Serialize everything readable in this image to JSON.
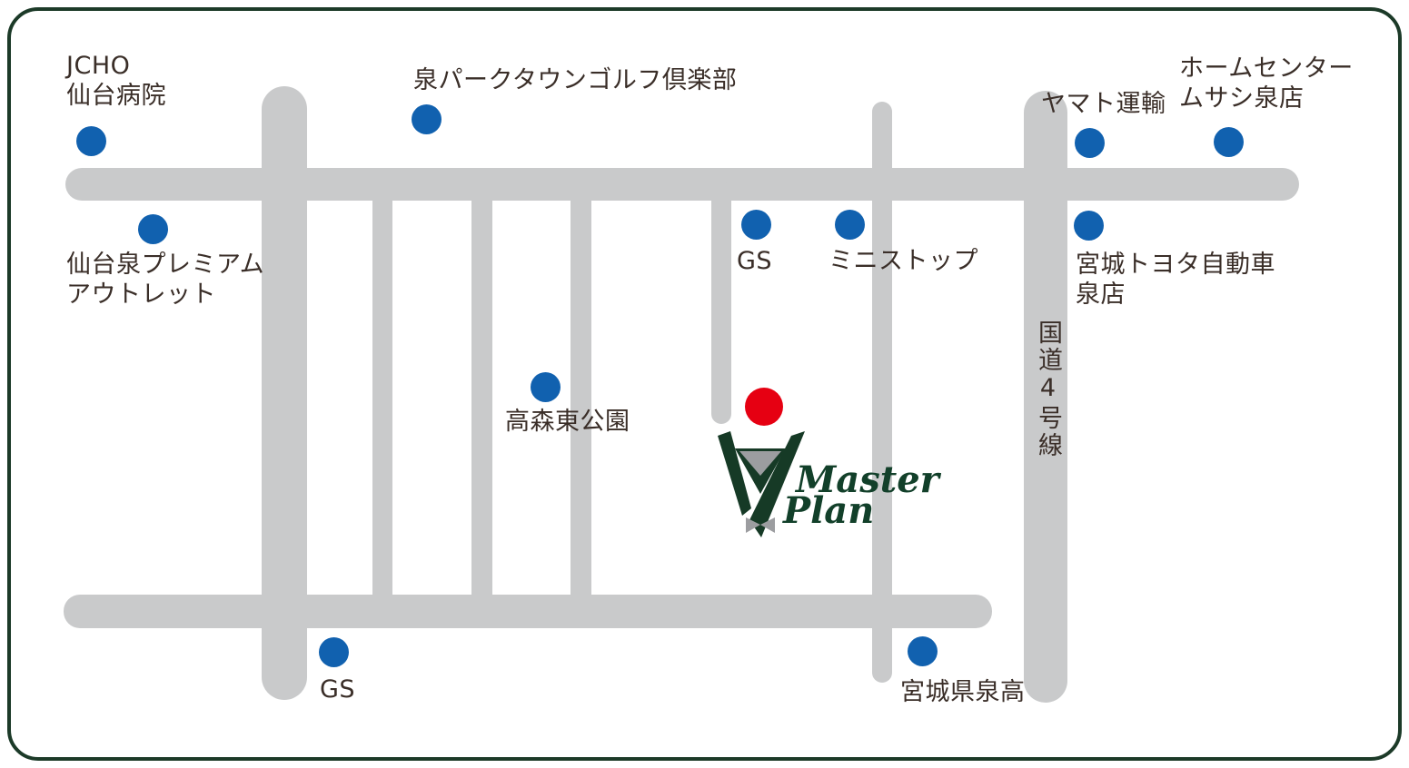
{
  "map": {
    "landmarks": {
      "jcho": {
        "label": "JCHO\n仙台病院"
      },
      "outlet": {
        "label": "仙台泉プレミアム\nアウトレット"
      },
      "golf": {
        "label": "泉パークタウンゴルフ倶楽部"
      },
      "gs_north": {
        "label": "GS"
      },
      "ministop": {
        "label": "ミニストップ"
      },
      "yamato": {
        "label": "ヤマト運輸"
      },
      "musashi": {
        "label": "ホームセンター\nムサシ泉店"
      },
      "toyota": {
        "label": "宮城トヨタ自動車\n泉店"
      },
      "park": {
        "label": "高森東公園"
      },
      "gs_south": {
        "label": "GS"
      },
      "izumi_high": {
        "label": "宮城県泉高"
      }
    },
    "roads": {
      "route4_label": "国道4号線"
    },
    "brand": {
      "name_line1": "Master",
      "name_line2": "Plan"
    },
    "colors": {
      "road_gray": "#c9cacb",
      "marker_blue": "#1161af",
      "destination_red": "#e60012",
      "label_text": "#3a2e28",
      "brand_green": "#163a26",
      "logo_gray": "#9c9da0",
      "frame_border": "#1c3a28"
    }
  }
}
